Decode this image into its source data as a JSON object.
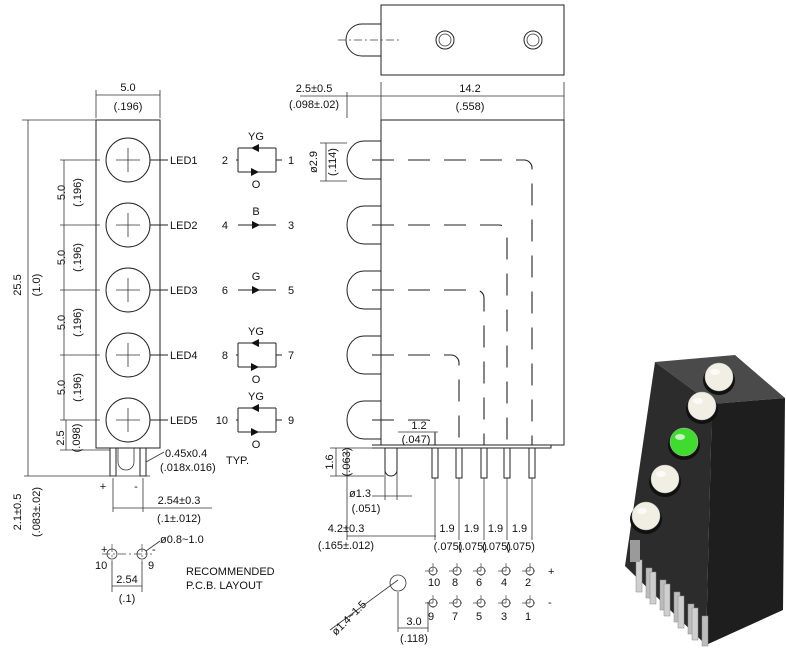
{
  "front_view": {
    "width_mm": "5.0",
    "width_in": "(.196)",
    "height_mm": "25.5",
    "height_in": "(1.0)",
    "pitch_mm": "5.0",
    "pitch_in": "(.196)",
    "offset_mm": "2.5",
    "offset_in": "(.098)",
    "lead_len": "2.1±0.5",
    "lead_len_in": "(.083±.02)",
    "lead_size": "0.45x0.4",
    "lead_size_in": "(.018x.016)",
    "typ": "TYP.",
    "lead_pitch": "2.54±0.3",
    "lead_pitch_in": "(.1±.012)",
    "plus": "+",
    "minus": "-",
    "led_labels": [
      "LED1",
      "LED2",
      "LED3",
      "LED4",
      "LED5"
    ]
  },
  "schematic": {
    "rows": [
      {
        "left": "2",
        "right": "1",
        "top": "YG",
        "bottom": "O",
        "dual": true
      },
      {
        "left": "4",
        "right": "3",
        "top": "B",
        "bottom": "",
        "dual": false
      },
      {
        "left": "6",
        "right": "5",
        "top": "G",
        "bottom": "",
        "dual": false
      },
      {
        "left": "8",
        "right": "7",
        "top": "YG",
        "bottom": "O",
        "dual": true
      },
      {
        "left": "10",
        "right": "9",
        "top": "YG",
        "bottom": "O",
        "dual": true
      }
    ]
  },
  "side_view": {
    "offset": "2.5±0.5",
    "offset_in": "(.098±.02)",
    "depth": "14.2",
    "depth_in": "(.558)",
    "lens_dia": "ø2.9",
    "lens_dia_in": "(.114)",
    "standoff": "1.2",
    "standoff_in": "(.047)",
    "pin_h": "1.6",
    "pin_h_in": "(.063)",
    "boss": "ø1.3",
    "boss_in": "(.051)",
    "boss_pos": "4.2±0.3",
    "boss_pos_in": "(.165±.012)",
    "row_pitch": [
      "1.9",
      "1.9",
      "1.9",
      "1.9"
    ],
    "row_pitch_in": [
      "(.075)",
      "(.075)",
      "(.075)",
      "(.075)"
    ]
  },
  "pcb_layout_front": {
    "hole": "ø0.8~1.0",
    "pitch": "2.54",
    "pitch_in": "(.1)",
    "pin_left": "10",
    "pin_right": "9",
    "plus": "+",
    "minus": "-",
    "title_line1": "RECOMMENDED",
    "title_line2": "P.C.B. LAYOUT"
  },
  "pcb_layout_side": {
    "hole": "ø1.4~1.5",
    "pitch": "3.0",
    "pitch_in": "(.118)",
    "top_pins": [
      "10",
      "8",
      "6",
      "4",
      "2"
    ],
    "bottom_pins": [
      "9",
      "7",
      "5",
      "3",
      "1"
    ],
    "plus": "+",
    "minus": "-"
  },
  "render": {
    "led_colors": [
      "#f1efe4",
      "#f1efe4",
      "#3fdc2f",
      "#f1efe4",
      "#f1efe4"
    ],
    "body_color": "#2c2c2c"
  }
}
